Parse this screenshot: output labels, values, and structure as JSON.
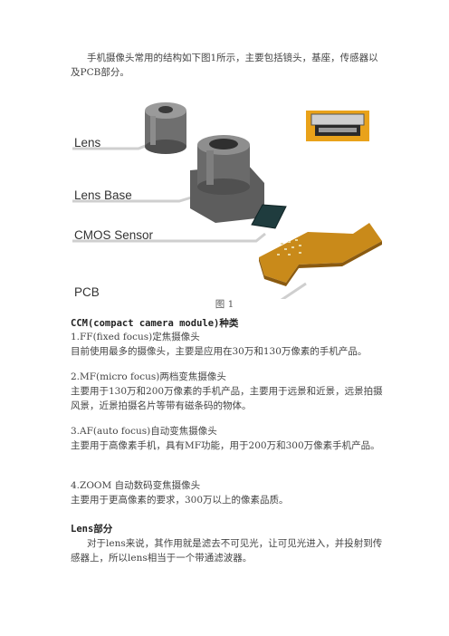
{
  "intro": "手机摄像头常用的结构如下图1所示，主要包括镜头，基座，传感器以及PCB部分。",
  "figure": {
    "labels": [
      "Lens",
      "Lens Base",
      "CMOS Sensor",
      "PCB"
    ],
    "caption": "图 1"
  },
  "ccm": {
    "heading": "CCM(compact camera module)种类",
    "items": [
      {
        "title": "1.FF(fixed focus)定焦摄像头",
        "desc": "目前使用最多的摄像头，主要是应用在30万和130万像素的手机产品。"
      },
      {
        "title": "2.MF(micro focus)两档变焦摄像头",
        "desc": "主要用于130万和200万像素的手机产品，主要用于远景和近景，远景拍摄风景，近景拍摄名片等带有磁条码的物体。"
      },
      {
        "title": "3.AF(auto focus)自动变焦摄像头",
        "desc": "主要用于高像素手机，具有MF功能，用于200万和300万像素手机产品。"
      },
      {
        "title": "4.ZOOM 自动数码变焦摄像头",
        "desc": "主要用于更高像素的要求，300万以上的像素品质。"
      }
    ]
  },
  "lens": {
    "heading": "Lens部分",
    "text": "对于lens来说，其作用就是滤去不可见光，让可见光进入，并投射到传感器上，所以lens相当于一个带通滤波器。"
  }
}
